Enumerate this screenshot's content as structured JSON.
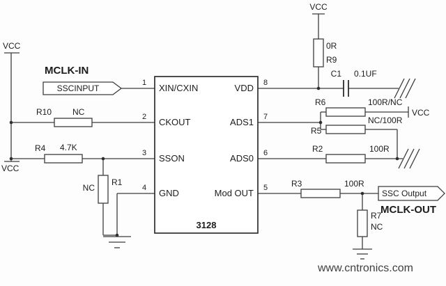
{
  "ic": {
    "part": "3128",
    "pins": {
      "p1": {
        "num": "1",
        "name": "XIN/CXIN"
      },
      "p2": {
        "num": "2",
        "name": "CKOUT"
      },
      "p3": {
        "num": "3",
        "name": "SSON"
      },
      "p4": {
        "num": "4",
        "name": "GND"
      },
      "p5": {
        "num": "5",
        "name": "Mod OUT"
      },
      "p6": {
        "num": "6",
        "name": "ADS0"
      },
      "p7": {
        "num": "7",
        "name": "ADS1"
      },
      "p8": {
        "num": "8",
        "name": "VDD"
      }
    }
  },
  "components": {
    "r1": {
      "ref": "R1",
      "value": "NC"
    },
    "r2": {
      "ref": "R2",
      "value": "100R"
    },
    "r3": {
      "ref": "R3",
      "value": "100R"
    },
    "r4": {
      "ref": "R4",
      "value": "4.7K"
    },
    "r5": {
      "ref": "R5",
      "value": "NC/100R"
    },
    "r6": {
      "ref": "R6",
      "value": "100R/NC"
    },
    "r7": {
      "ref": "R7",
      "value": "NC"
    },
    "r9": {
      "ref": "R9",
      "value": "0R"
    },
    "r10": {
      "ref": "R10",
      "value": "NC"
    },
    "c1": {
      "ref": "C1",
      "value": "0.1UF"
    }
  },
  "signals": {
    "mclk_in": "MCLK-IN",
    "sscinput": "SSCINPUT",
    "mclk_out": "MCLK-OUT",
    "ssc_output": "SSC Output"
  },
  "power": {
    "vcc": "VCC"
  },
  "watermark": "www.cntronics.com",
  "colors": {
    "signal_label": "#c00000",
    "watermark": "#72c472"
  }
}
